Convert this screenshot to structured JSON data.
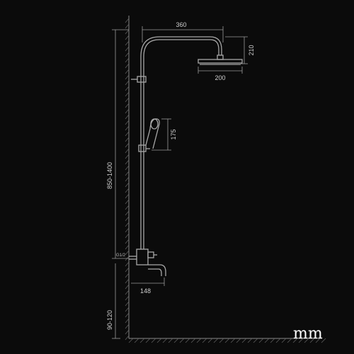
{
  "diagram": {
    "dimensions": {
      "arm_width": "360",
      "head_drop": "210",
      "head_diameter": "200",
      "handheld_height": "175",
      "column_height": "850-1400",
      "inlet": "G1/2",
      "spout_reach": "148",
      "floor_height": "90-120"
    },
    "unit": "mm"
  }
}
